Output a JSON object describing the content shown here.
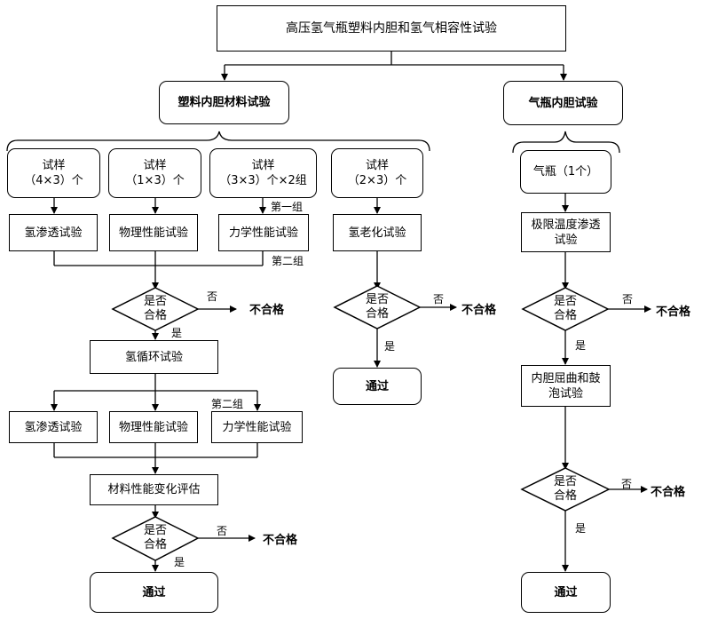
{
  "title": "高压氢气瓶塑料内胆和氢气相容性试验",
  "left": {
    "title": "塑料内胆材料试验",
    "samples": [
      "试样\n（4×3）个",
      "试样\n（1×3）个",
      "试样\n（3×3）个×2组",
      "试样\n（2×3）个"
    ],
    "tests1": [
      "氢渗透试验",
      "物理性能试验",
      "力学性能试验",
      "氢老化试验"
    ],
    "group1_label": "第一组",
    "group2_label": "第二组",
    "decision": "是否\n合格",
    "cycle": "氢循环试验",
    "tests2": [
      "氢渗透试验",
      "物理性能试验",
      "力学性能试验"
    ],
    "evaluate": "材料性能变化评估",
    "pass": "通过"
  },
  "right": {
    "title": "气瓶内胆试验",
    "sample": "气瓶（1个）",
    "test1": "极限温度渗透\n试验",
    "test2": "内胆屈曲和鼓\n泡试验",
    "pass": "通过"
  },
  "labels": {
    "yes": "是",
    "no": "否",
    "fail": "不合格"
  }
}
